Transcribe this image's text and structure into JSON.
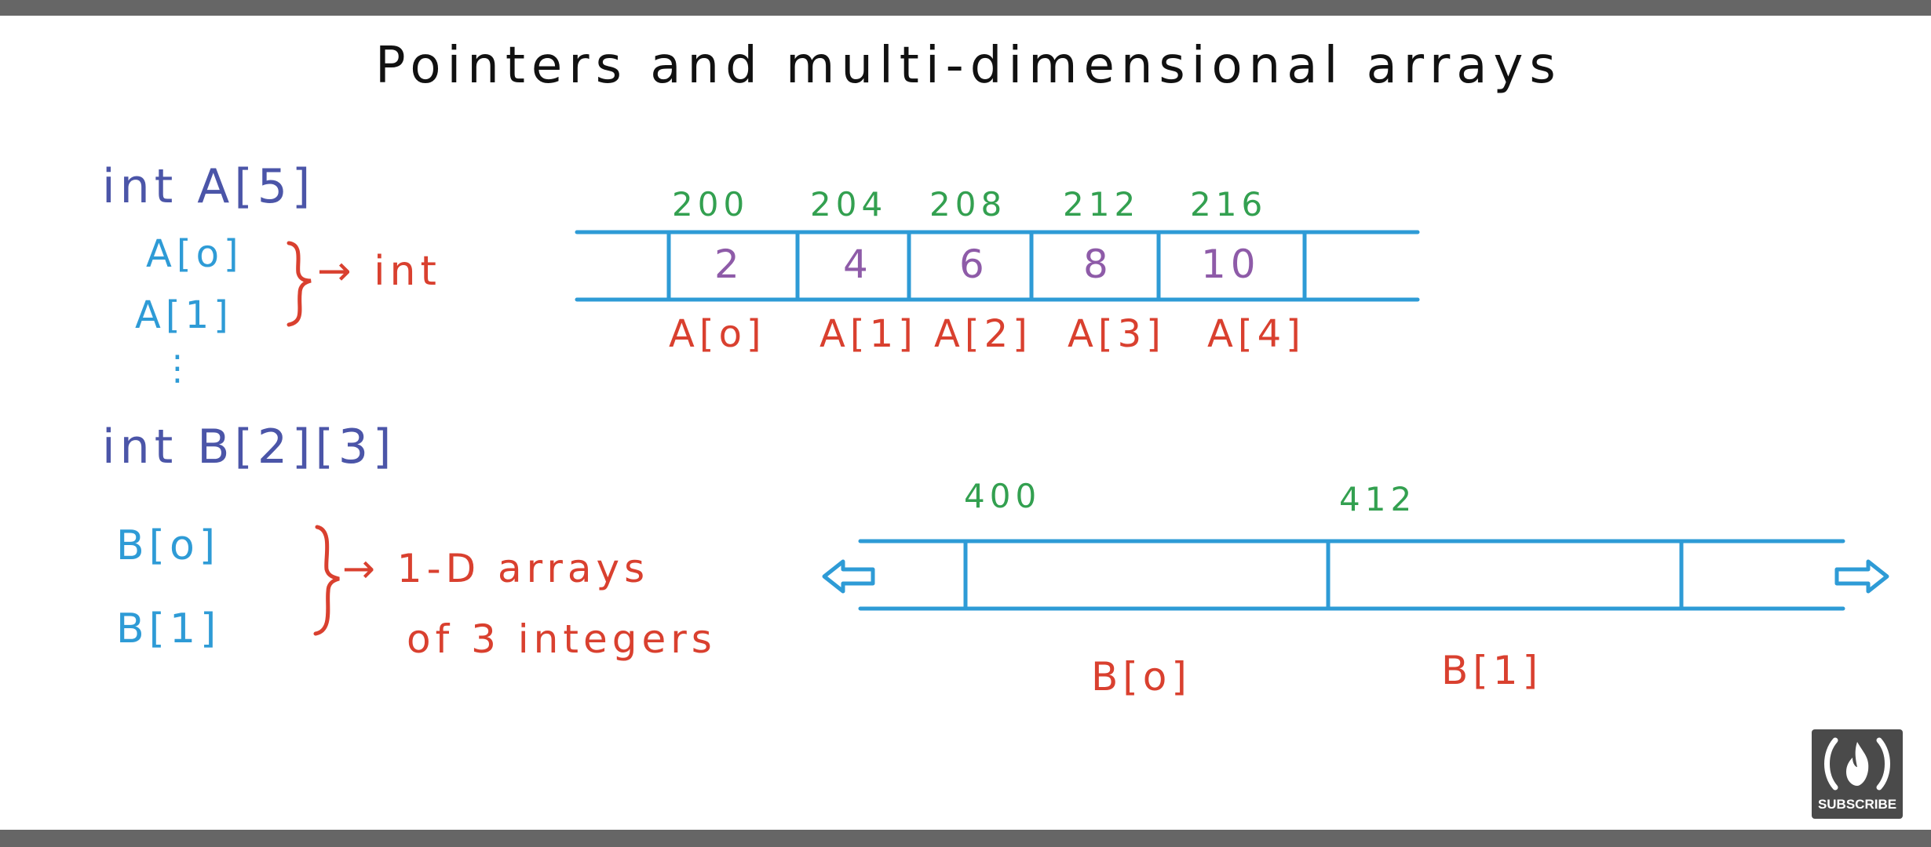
{
  "title": "Pointers and multi-dimensional arrays",
  "left": {
    "decl_a": "int A[5]",
    "a0": "A[o]",
    "a1": "A[1]",
    "a_type": "→ int",
    "ellipsis": "⋮",
    "decl_b": "int B[2][3]",
    "b0": "B[o]",
    "b1": "B[1]",
    "b_type_line1": "→ 1-D arrays",
    "b_type_line2": "of 3 integers"
  },
  "array_a": {
    "addresses": [
      "200",
      "204",
      "208",
      "212",
      "216"
    ],
    "values": [
      "2",
      "4",
      "6",
      "8",
      "10"
    ],
    "labels": [
      "A[o]",
      "A[1]",
      "A[2]",
      "A[3]",
      "A[4]"
    ]
  },
  "array_b": {
    "addresses": [
      "400",
      "412"
    ],
    "labels": [
      "B[o]",
      "B[1]"
    ]
  },
  "subscribe": {
    "label": "SUBSCRIBE",
    "icon": "flame-icon"
  },
  "colors": {
    "declaration": "#4B55A8",
    "element": "#2E9BD6",
    "annotation": "#D9402F",
    "address": "#33A050",
    "value": "#8E5BA8",
    "memory_line": "#2E9BD6"
  }
}
